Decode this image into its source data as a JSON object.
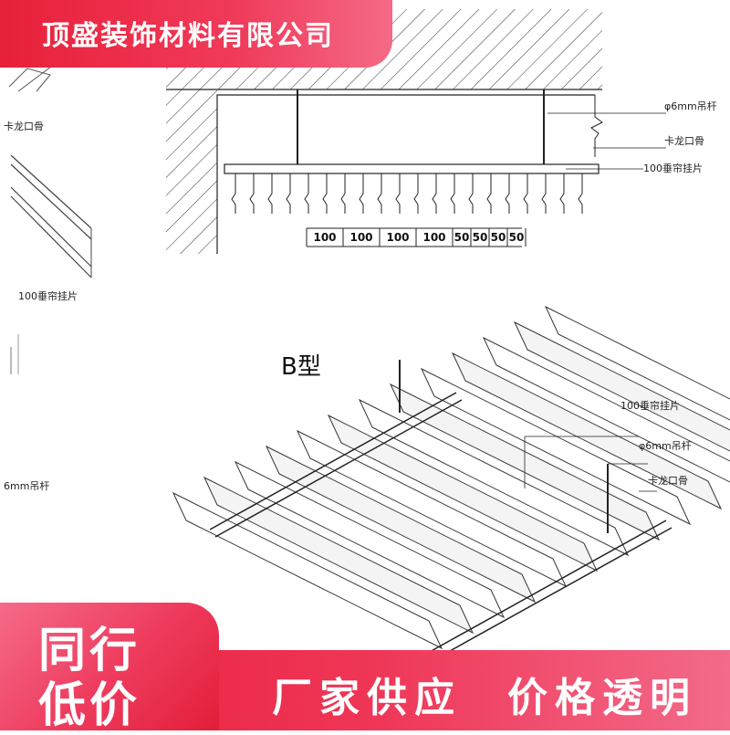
{
  "company_name": "顶盛装饰材料有限公司",
  "badge": {
    "line1": "同行",
    "line2": "低价"
  },
  "slogans": {
    "left": "厂家供应",
    "right": "价格透明"
  },
  "diagram": {
    "labels": {
      "hanger_rod": "φ6mm吊杆",
      "keel": "卡龙口骨",
      "baffle": "100垂帘挂片",
      "left_keel": "卡龙口骨",
      "left_baffle": "100垂帘挂片",
      "left_rod": "6mm吊杆"
    },
    "dimensions": [
      "100",
      "100",
      "100",
      "100",
      "50",
      "50",
      "50",
      "50"
    ],
    "type_label": "B型",
    "iso_labels": {
      "baffle": "100垂帘挂片",
      "rod": "φ6mm吊杆",
      "keel": "卡龙口骨"
    }
  },
  "colors": {
    "brand_red": "#e8203a",
    "brand_pink": "#f36a8a"
  }
}
